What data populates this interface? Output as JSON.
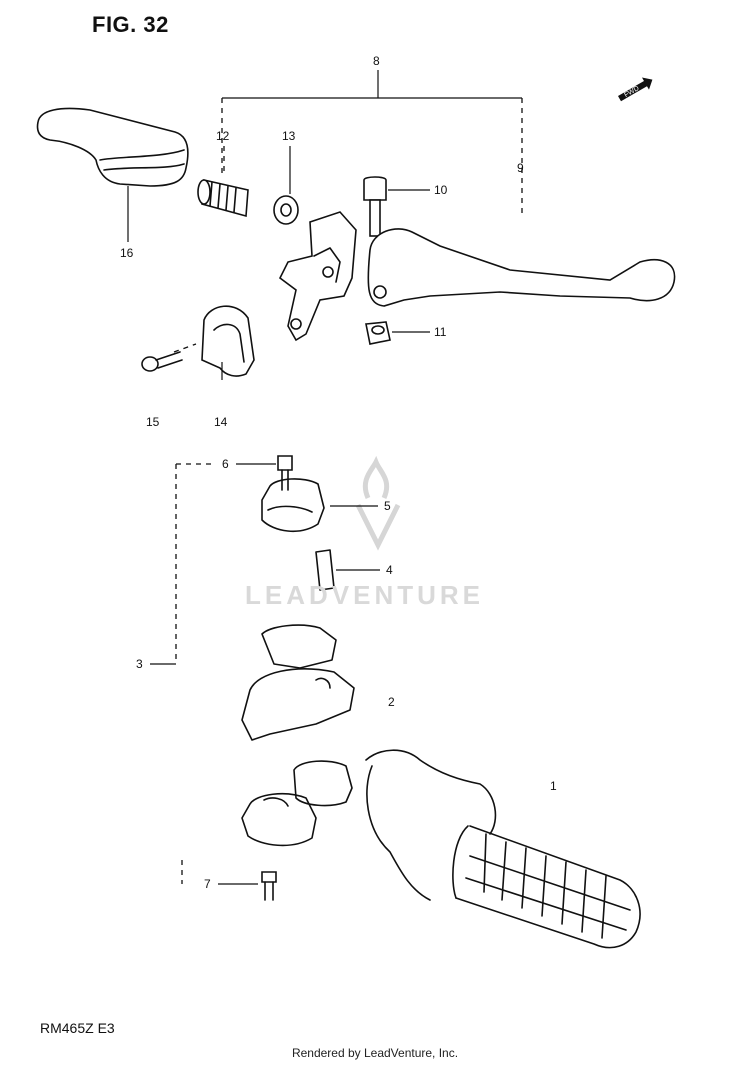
{
  "figure": {
    "title": "FIG. 32",
    "model_code": "RM465Z  E3",
    "credit": "Rendered by LeadVenture, Inc.",
    "watermark": "LEADVENTURE",
    "fwd_mark": "FWD"
  },
  "callouts": {
    "c1": "1",
    "c2": "2",
    "c3": "3",
    "c4": "4",
    "c5": "5",
    "c6": "6",
    "c7": "7",
    "c8": "8",
    "c9": "9",
    "c10": "10",
    "c11": "11",
    "c12": "12",
    "c13": "13",
    "c14": "14",
    "c15": "15",
    "c16": "16"
  }
}
